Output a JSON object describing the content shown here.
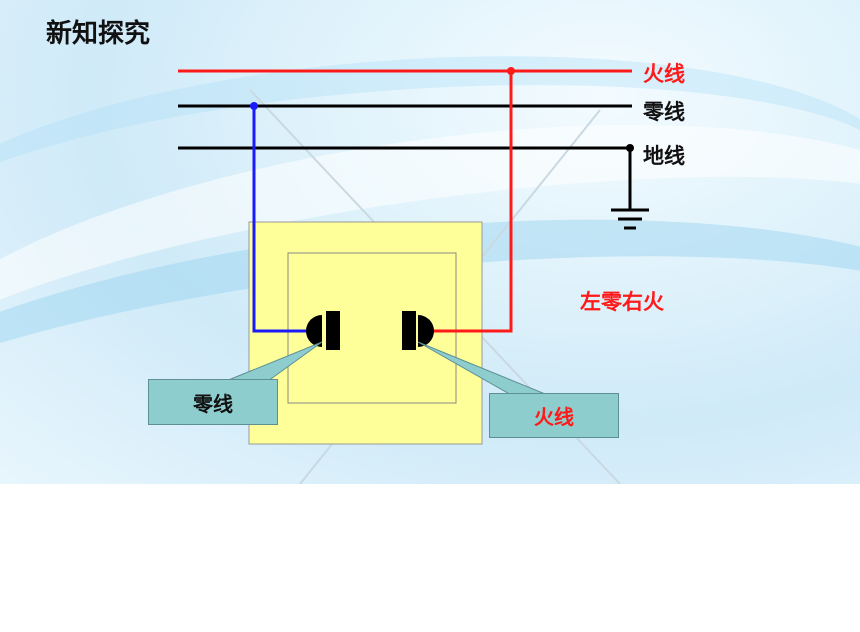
{
  "title": "新知探究",
  "lines": {
    "live": "火线",
    "neutral": "零线",
    "ground": "地线"
  },
  "rule_text": "左零右火",
  "callouts": {
    "left": "零线",
    "right": "火线"
  },
  "colors": {
    "live": "#ff1a1a",
    "neutral": "#000000",
    "neutral_wire": "#1a1aff",
    "socket_face": "#ffff99",
    "callout": "#8ecdcd"
  }
}
